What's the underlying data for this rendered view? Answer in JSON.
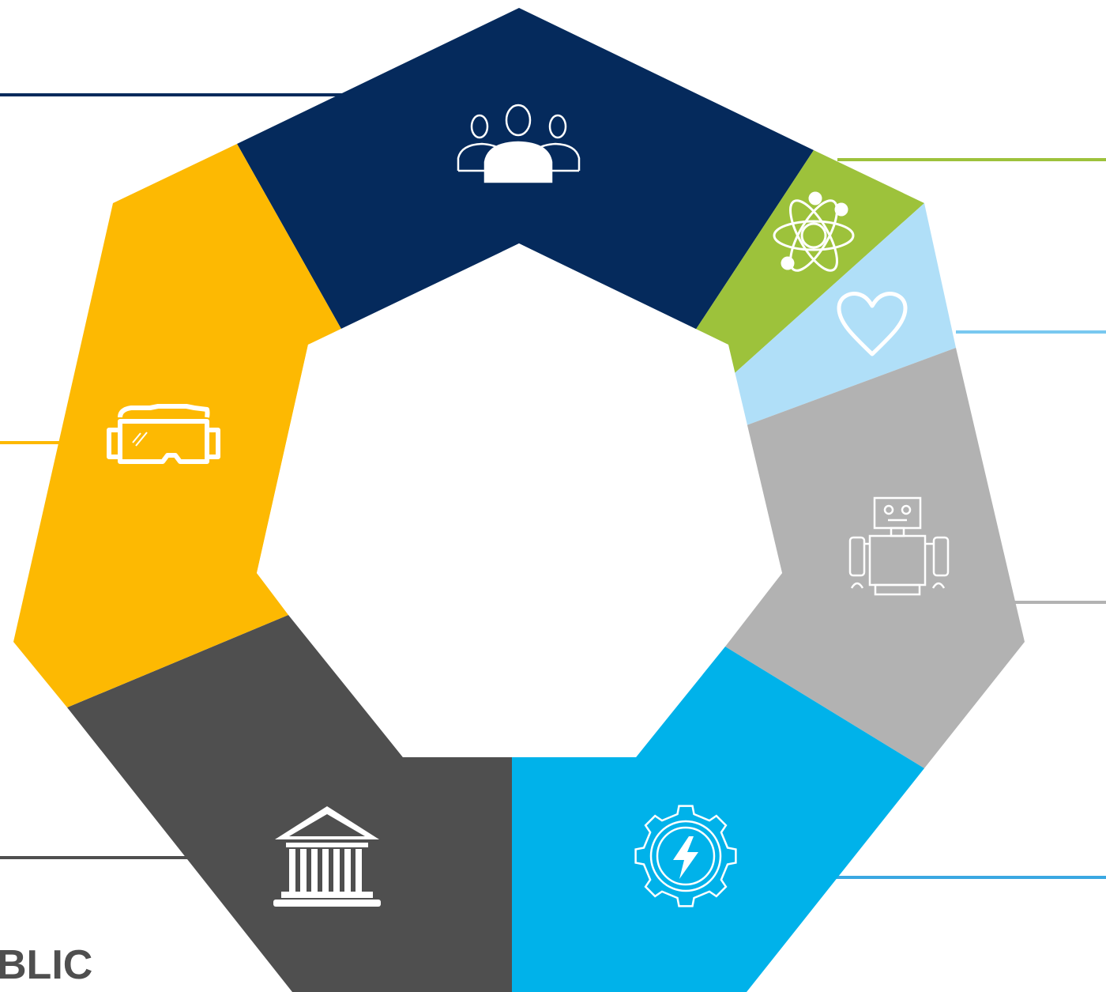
{
  "segments": [
    {
      "id": "community",
      "icon": "community-icon",
      "color": "#052a5c"
    },
    {
      "id": "science",
      "icon": "atom-icon",
      "color": "#9dc23b"
    },
    {
      "id": "health",
      "icon": "heart-icon",
      "color": "#b0dff8"
    },
    {
      "id": "robotics",
      "icon": "robot-icon",
      "color": "#b2b2b2"
    },
    {
      "id": "energy",
      "icon": "gear-lightning-icon",
      "color": "#00b2ea"
    },
    {
      "id": "public",
      "icon": "institution-icon",
      "color": "#4f4f4f"
    },
    {
      "id": "virtual-reality",
      "icon": "vr-headset-icon",
      "color": "#fdb902"
    }
  ],
  "connectors": [
    {
      "id": "community",
      "color": "#052a5c"
    },
    {
      "id": "science",
      "color": "#9dc23b"
    },
    {
      "id": "health",
      "color": "#79c8f0"
    },
    {
      "id": "robotics",
      "color": "#b2b2b2"
    },
    {
      "id": "energy",
      "color": "#3aa8e2"
    },
    {
      "id": "public",
      "color": "#4f4f4f"
    },
    {
      "id": "virtual-reality",
      "color": "#fdb902"
    }
  ],
  "label": {
    "text": "BLIC",
    "color": "#4f4f4f"
  }
}
